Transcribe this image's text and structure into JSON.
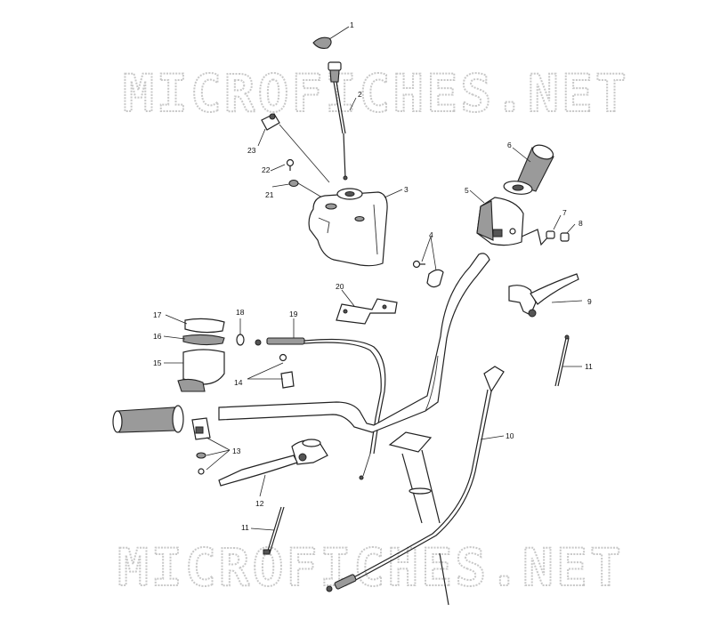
{
  "watermark": {
    "top": "MICROFICHES.NET",
    "bottom": "MICROFICHES.NET"
  },
  "callouts": [
    "1",
    "2",
    "3",
    "4",
    "5",
    "6",
    "7",
    "8",
    "9",
    "10",
    "11",
    "11",
    "12",
    "13",
    "14",
    "15",
    "16",
    "17",
    "18",
    "19",
    "20",
    "21",
    "22",
    "23"
  ]
}
